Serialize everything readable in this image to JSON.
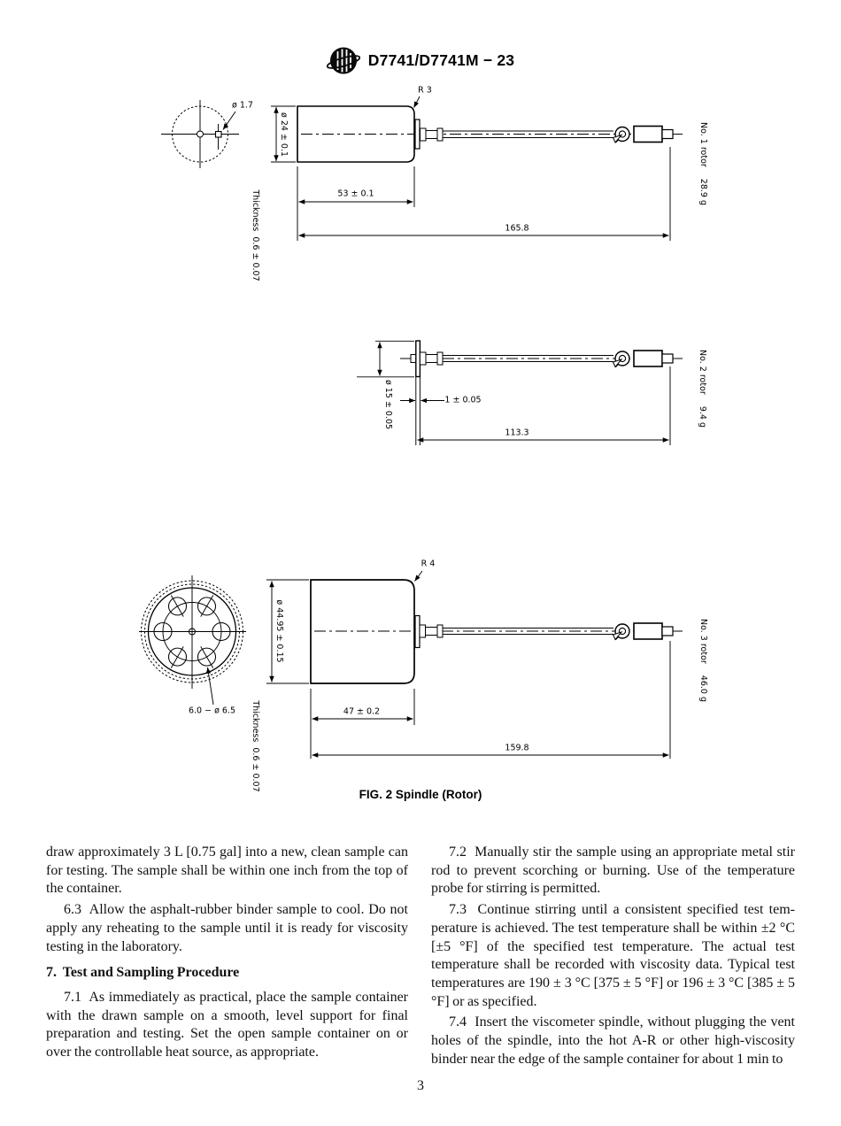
{
  "header": {
    "logo": "ASTM",
    "designation": "D7741/D7741M − 23"
  },
  "figure": {
    "caption": "FIG. 2 Spindle (Rotor)",
    "rotors": [
      {
        "name": "No. 1 rotor",
        "mass": "28.9 g",
        "labels": {
          "hole_diameter": "ø 1.7",
          "corner_radius": "R 3",
          "body_diameter": "ø 24 ± 0.1",
          "body_length": "53 ± 0.1",
          "overall_length": "165.8",
          "thickness": "Thickness  0.6 ± 0.07"
        }
      },
      {
        "name": "No. 2 rotor",
        "mass": "9.4 g",
        "labels": {
          "disk_diameter": "ø 15 ± 0.05",
          "disk_thickness": "1 ± 0.05",
          "overall_length": "113.3"
        }
      },
      {
        "name": "No. 3 rotor",
        "mass": "46.0 g",
        "labels": {
          "holes": "6.0 − ø 6.5",
          "corner_radius": "R 4",
          "body_diameter": "ø 44.95 ± 0.15",
          "body_length": "47 ± 0.2",
          "overall_length": "159.8",
          "thickness": "Thickness  0.6 ± 0.07"
        }
      }
    ]
  },
  "body": {
    "left_column": [
      {
        "type": "paragraph",
        "text": "draw approximately 3 L [0.75 gal] into a new, clean sample can for testing. The sample shall be within one inch from the top of the container."
      },
      {
        "type": "paragraph",
        "text": "6.3  Allow the asphalt-rubber binder sample to cool. Do not apply any reheating to the sample until it is ready for viscosity testing in the laboratory."
      },
      {
        "type": "heading",
        "text": "7.  Test and Sampling Procedure"
      },
      {
        "type": "paragraph",
        "text": "7.1  As immediately as practical, place the sample container with the drawn sample on a smooth, level support for final preparation and testing. Set the open sample container on or over the controllable heat source, as appropriate."
      }
    ],
    "right_column": [
      {
        "type": "paragraph",
        "text": "7.2  Manually stir the sample using an appropriate metal stir rod to prevent scorching or burning. Use of the temperature probe for stirring is permitted."
      },
      {
        "type": "paragraph",
        "text": "7.3  Continue stirring until a consistent specified test tem­perature is achieved. The test temperature shall be within ±2 °C [±5 °F] of the specified test temperature. The actual test temperature shall be recorded with viscosity data. Typical test temperatures are 190 ± 3 °C [375 ± 5 °F] or 196 ± 3 °C [385 ± 5 °F] or as specified."
      },
      {
        "type": "paragraph",
        "text": "7.4  Insert the viscometer spindle, without plugging the vent holes of the spindle, into the hot A-R or other high-viscosity binder near the edge of the sample container for about 1 min to"
      }
    ]
  },
  "footer": {
    "page_number": "3"
  }
}
